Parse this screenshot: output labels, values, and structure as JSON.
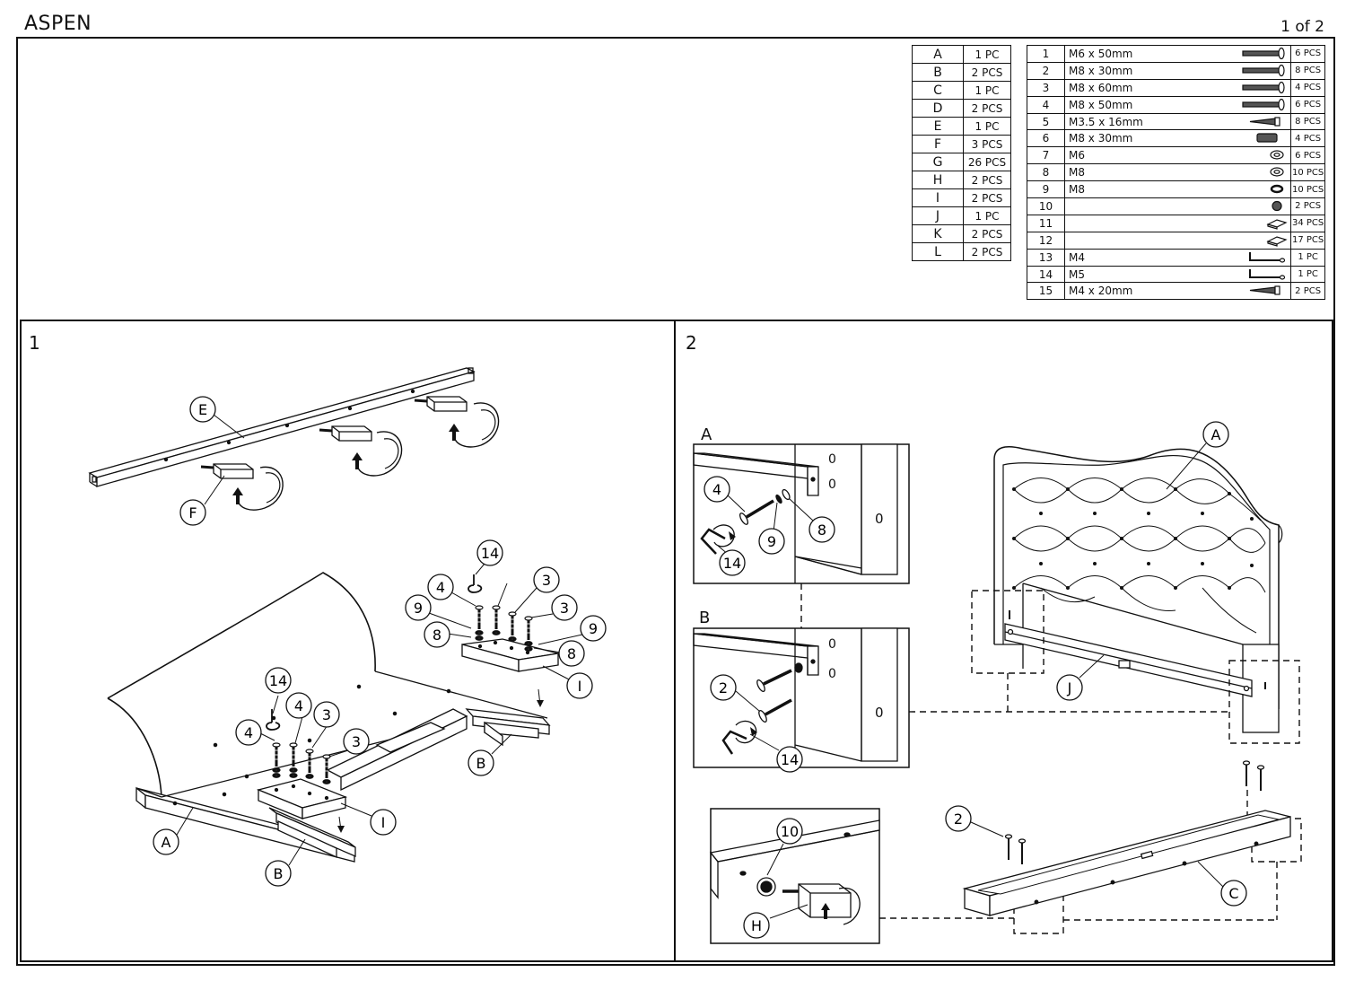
{
  "header": {
    "title": "ASPEN",
    "page": "1 of 2"
  },
  "parts": [
    {
      "letter": "A",
      "qty": "1 PC"
    },
    {
      "letter": "B",
      "qty": "2 PCS"
    },
    {
      "letter": "C",
      "qty": "1 PC"
    },
    {
      "letter": "D",
      "qty": "2 PCS"
    },
    {
      "letter": "E",
      "qty": "1 PC"
    },
    {
      "letter": "F",
      "qty": "3 PCS"
    },
    {
      "letter": "G",
      "qty": "26 PCS"
    },
    {
      "letter": "H",
      "qty": "2 PCS"
    },
    {
      "letter": "I",
      "qty": "2 PCS"
    },
    {
      "letter": "J",
      "qty": "1 PC"
    },
    {
      "letter": "K",
      "qty": "2 PCS"
    },
    {
      "letter": "L",
      "qty": "2 PCS"
    }
  ],
  "hardware": [
    {
      "num": "1",
      "size": "M6 x 50mm",
      "icon": "bolt-icon",
      "qty": "6 PCS"
    },
    {
      "num": "2",
      "size": "M8 x 30mm",
      "icon": "bolt-icon",
      "qty": "8 PCS"
    },
    {
      "num": "3",
      "size": "M8 x 60mm",
      "icon": "bolt-icon",
      "qty": "4 PCS"
    },
    {
      "num": "4",
      "size": "M8 x 50mm",
      "icon": "bolt-icon",
      "qty": "6 PCS"
    },
    {
      "num": "5",
      "size": "M3.5 x 16mm",
      "icon": "screw-icon",
      "qty": "8 PCS"
    },
    {
      "num": "6",
      "size": "M8 x 30mm",
      "icon": "barrel-nut-icon",
      "qty": "4 PCS"
    },
    {
      "num": "7",
      "size": "M6",
      "icon": "washer-icon",
      "qty": "6 PCS"
    },
    {
      "num": "8",
      "size": "M8",
      "icon": "washer-icon",
      "qty": "10 PCS"
    },
    {
      "num": "9",
      "size": "M8",
      "icon": "lock-washer-icon",
      "qty": "10 PCS"
    },
    {
      "num": "10",
      "size": "",
      "icon": "star-washer-icon",
      "qty": "2 PCS"
    },
    {
      "num": "11",
      "size": "",
      "icon": "pad-icon",
      "qty": "34 PCS"
    },
    {
      "num": "12",
      "size": "",
      "icon": "pad-icon",
      "qty": "17 PCS"
    },
    {
      "num": "13",
      "size": "M4",
      "icon": "allen-key-icon",
      "qty": "1 PC"
    },
    {
      "num": "14",
      "size": "M5",
      "icon": "allen-key-icon",
      "qty": "1 PC"
    },
    {
      "num": "15",
      "size": "M4 x 20mm",
      "icon": "screw-icon",
      "qty": "2 PCS"
    }
  ],
  "steps": {
    "step1": {
      "number": "1",
      "callouts": [
        "E",
        "F",
        "14",
        "4",
        "3",
        "3",
        "9",
        "8",
        "9",
        "8",
        "I",
        "B",
        "14",
        "4",
        "3",
        "4",
        "3",
        "I",
        "A",
        "B"
      ]
    },
    "step2": {
      "number": "2",
      "inset_a_label": "A",
      "inset_b_label": "B",
      "callouts": [
        "4",
        "9",
        "8",
        "14",
        "2",
        "14",
        "10",
        "H",
        "A",
        "J",
        "2",
        "C"
      ],
      "holes": "0"
    }
  }
}
